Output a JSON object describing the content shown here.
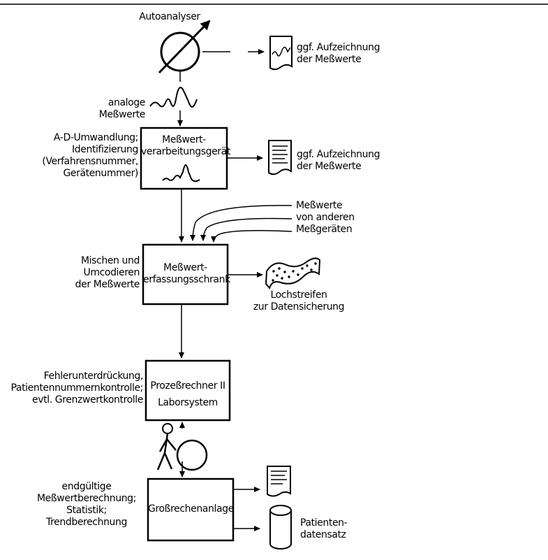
{
  "autoanalyser": {
    "label": "Autoanalyser"
  },
  "recording_top": {
    "label": "ggf. Aufzeichnung\nder Meßwerte"
  },
  "analog_values": {
    "label": "analoge Meßwerte"
  },
  "conversion_notes": {
    "label": "A-D-Umwandlung;\nIdentifizierung\n(Verfahrensnummer,\nGerätenummer)"
  },
  "processing_device": {
    "label": "Meßwert-\nverarbeitungsgerät"
  },
  "recording_mid": {
    "label": "ggf. Aufzeichnung\nder Meßwerte"
  },
  "other_devices": {
    "label": "Meßwerte\nvon anderen\nMeßgeräten"
  },
  "mixing_notes": {
    "label": "Mischen und\nUmcodieren\nder Meßwerte"
  },
  "capture_cabinet": {
    "label": "Meßwert-\nerfassungsschrank"
  },
  "punched_tape": {
    "label": "Lochstreifen\nzur Datensicherung"
  },
  "error_notes": {
    "label": "Fehlerunterdrückung,\nPatientennummernkontrolle;\nevtl. Grenzwertkontrolle"
  },
  "process_computer": {
    "label": "Prozeßrechner II\nLaborsystem"
  },
  "final_notes": {
    "label": "endgültige\nMeßwertberechnung;\nStatistik;\nTrendberechnung"
  },
  "mainframe": {
    "label": "Großrechenanlage"
  },
  "patient_record": {
    "label": "Patienten-\ndatensatz"
  }
}
